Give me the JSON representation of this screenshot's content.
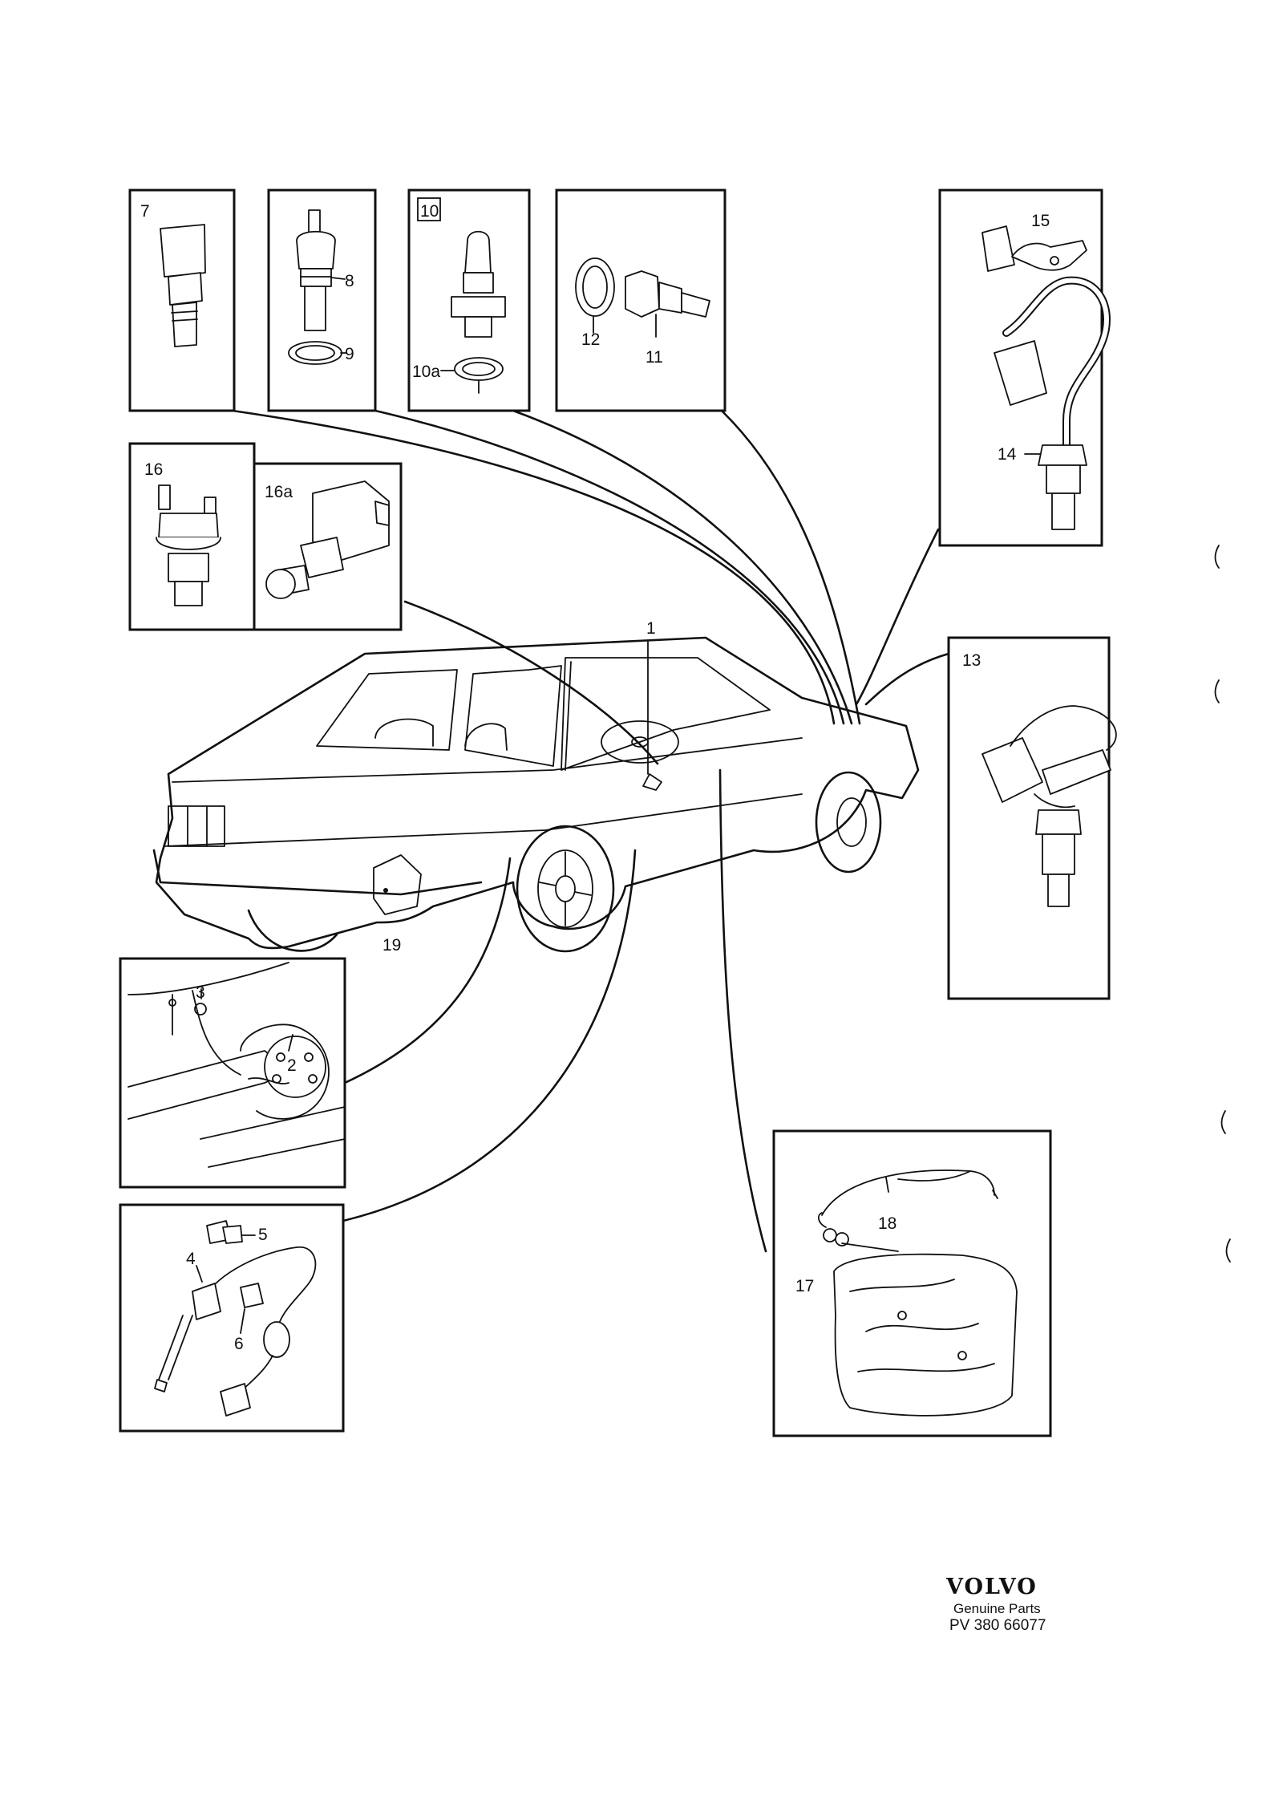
{
  "labels": {
    "p1": "1",
    "p2": "2",
    "p3": "3",
    "p4": "4",
    "p5": "5",
    "p6": "6",
    "p7": "7",
    "p8": "8",
    "p9": "9",
    "p10": "10",
    "p10a": "10a",
    "p11": "11",
    "p12": "12",
    "p13": "13",
    "p14": "14",
    "p15": "15",
    "p16": "16",
    "p16a": "16a",
    "p17": "17",
    "p18": "18",
    "p19": "19"
  },
  "brand": {
    "logo": "VOLVO",
    "subtitle": "Genuine Parts",
    "code": "PV 380 66077"
  }
}
